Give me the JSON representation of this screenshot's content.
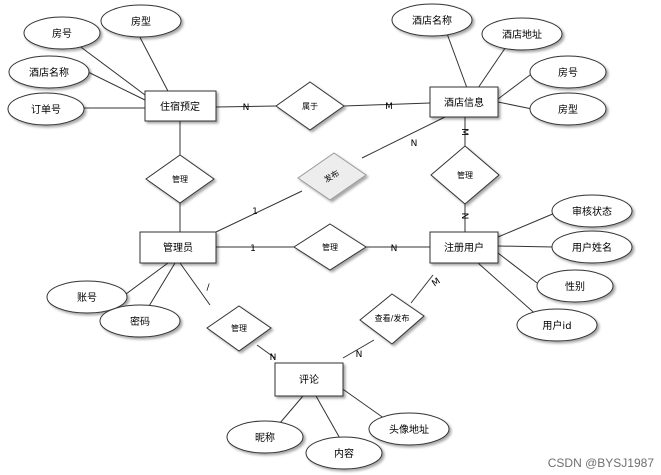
{
  "entities": {
    "booking": "住宿预定",
    "hotel_info": "酒店信息",
    "admin": "管理员",
    "user": "注册用户",
    "comment": "评论"
  },
  "relationships": {
    "belongs": "属于",
    "manage_booking": "管理",
    "manage_hotel": "管理",
    "publish_hotel": "发布",
    "manage_user": "管理",
    "manage_comment": "管理",
    "view_publish": "查看/发布"
  },
  "attributes": {
    "booking": [
      "房号",
      "房型",
      "酒店名称",
      "订单号"
    ],
    "hotel_info": [
      "酒店名称",
      "酒店地址",
      "房号",
      "房型"
    ],
    "admin": [
      "账号",
      "密码"
    ],
    "user": [
      "审核状态",
      "用户姓名",
      "性别",
      "用户id"
    ],
    "comment": [
      "昵称",
      "内容",
      "头像地址"
    ]
  },
  "cardinalities": {
    "booking_belongs": "N",
    "belongs_hotel": "M",
    "admin_publish": "1",
    "publish_hotel": "N",
    "hotel_manage": "M",
    "manage_user": "N",
    "admin_manage_user": "1",
    "manage_user_side": "N",
    "admin_manage_comment": "/",
    "manage_comment_side": "N",
    "user_view": "M",
    "view_comment": "N"
  },
  "watermark": "CSDN @BYSJ1987"
}
